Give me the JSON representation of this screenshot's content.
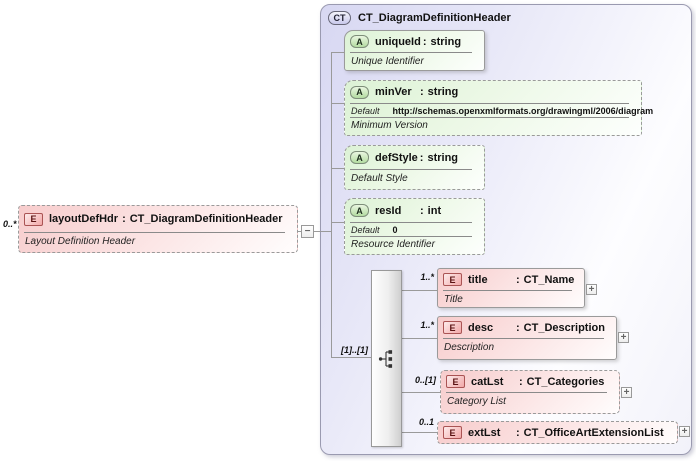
{
  "colon": ":",
  "expand_glyph": "+",
  "collapse_glyph": "−",
  "root_element": {
    "cardinality": "0..*",
    "badge": "E",
    "name": "layoutDefHdr",
    "type": "CT_DiagramDefinitionHeader",
    "annotation": "Layout Definition Header"
  },
  "complex_type": {
    "badge": "CT",
    "title": "CT_DiagramDefinitionHeader",
    "attributes": [
      {
        "badge": "A",
        "name": "uniqueId",
        "type": "string",
        "annotation": "Unique Identifier"
      },
      {
        "badge": "A",
        "name": "minVer",
        "type": "string",
        "default_label": "Default",
        "default_value": "http://schemas.openxmlformats.org/drawingml/2006/diagram",
        "annotation": "Minimum Version"
      },
      {
        "badge": "A",
        "name": "defStyle",
        "type": "string",
        "annotation": "Default Style"
      },
      {
        "badge": "A",
        "name": "resId",
        "type": "int",
        "default_label": "Default",
        "default_value": "0",
        "annotation": "Resource Identifier"
      }
    ],
    "compositor": {
      "cardinality": "[1]..[1]"
    },
    "elements": [
      {
        "badge": "E",
        "cardinality": "1..*",
        "name": "title",
        "type": "CT_Name",
        "annotation": "Title"
      },
      {
        "badge": "E",
        "cardinality": "1..*",
        "name": "desc",
        "type": "CT_Description",
        "annotation": "Description"
      },
      {
        "badge": "E",
        "cardinality": "0..[1]",
        "name": "catLst",
        "type": "CT_Categories",
        "annotation": "Category List"
      },
      {
        "badge": "E",
        "cardinality": "0..1",
        "name": "extLst",
        "type": "CT_OfficeArtExtensionList"
      }
    ]
  }
}
